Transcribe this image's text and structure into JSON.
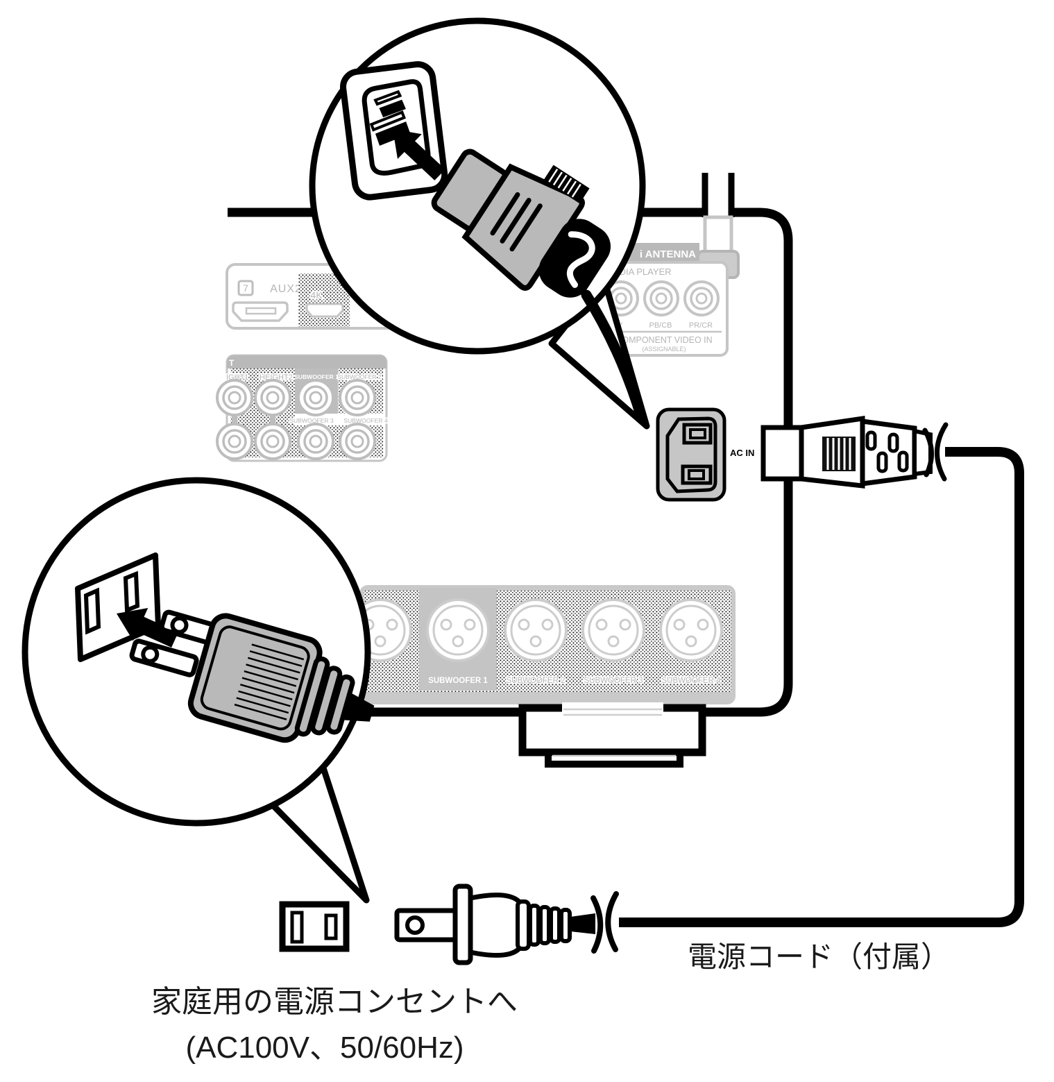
{
  "colors": {
    "line": "#000000",
    "body_gray": "#b9b9b9",
    "panel_outline": "#c5c5c5",
    "label_gray": "#b5b5b5",
    "band_gray": "#bdbdbd",
    "inlet_gray": "#c6c6c6",
    "white": "#ffffff"
  },
  "receiver": {
    "aux_panel": {
      "input_number": "7",
      "label": "AUX2",
      "badge_4k": "4K"
    },
    "preout_panel": {
      "header_fragment": "T",
      "row1_labels": [
        "IGHT1",
        "HEIGHT2",
        "SUBWOOFER 1",
        "SUBWOOFER 2"
      ],
      "row2_labels": [
        "SUBWOOFER 3",
        "SUBWOOFER 4"
      ]
    },
    "component_panel": {
      "antenna_label_fragment": "i ANTENNA",
      "media_player_fragment": "EDIA PLAYER",
      "jack_labels": [
        "Y",
        "PB/CB",
        "PR/CR"
      ],
      "title": "COMPONENT VIDEO IN",
      "subtitle": "(ASSIGNABLE)"
    },
    "xlr_panel": {
      "labels": [
        "SUBWOOFER 1",
        "SUBWOOFER 2",
        "SUBWOOFER 3",
        "SUBWOOFER 4"
      ]
    },
    "ac_inlet_label": "AC IN"
  },
  "captions": {
    "power_cord": "電源コード（付属）",
    "outlet_line1": "家庭用の電源コンセントへ",
    "outlet_line2": "(AC100V、50/60Hz)"
  }
}
